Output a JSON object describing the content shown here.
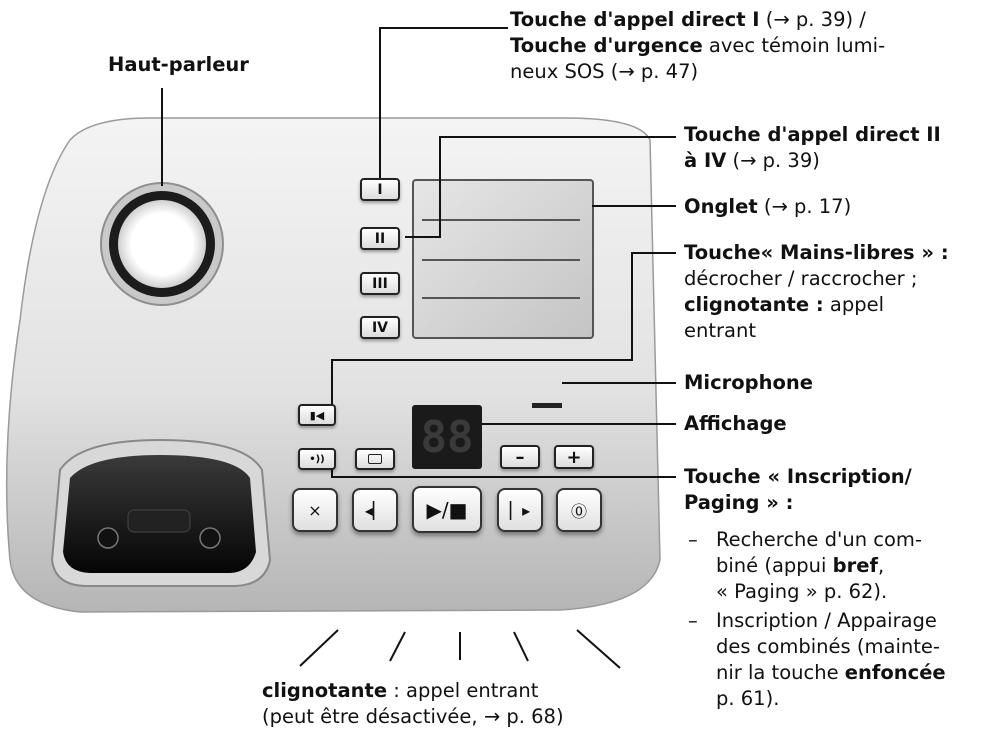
{
  "labels": {
    "speaker": "Haut-parleur",
    "direct1_a_bold": "Touche d'appel direct I",
    "direct1_a_rest": " (→ p. 39) /",
    "direct1_b_bold": "Touche d'urgence",
    "direct1_b_rest": " avec témoin lumi-",
    "direct1_c": "neux SOS (→ p. 47)",
    "direct2_a": "Touche d'appel direct II",
    "direct2_b_bold": "à IV",
    "direct2_b_rest": " (→ p. 39)",
    "tab_bold": "Onglet",
    "tab_rest": " (→ p. 17)",
    "handsfree_a": "Touche« Mains-libres » :",
    "handsfree_b": "décrocher / raccrocher ;",
    "handsfree_c_bold": "clignotante :",
    "handsfree_c_rest": " appel",
    "handsfree_d": "entrant",
    "microphone": "Microphone",
    "display": "Affichage",
    "paging_a": "Touche « Inscription/",
    "paging_b": "Paging » :",
    "bullet1_a": "Recherche d'un com-",
    "bullet1_b_pre": "biné (appui ",
    "bullet1_b_bold": "bref",
    "bullet1_b_post": ",",
    "bullet1_c": "« Paging » p. 62).",
    "bullet2_a": "Inscription / Appairage",
    "bullet2_b": "des combinés (mainte-",
    "bullet2_c_pre": "nir la touche ",
    "bullet2_c_bold": "enfoncée",
    "bullet2_d": "p. 61).",
    "blink_bold": "clignotante",
    "blink_rest": " : appel entrant",
    "blink_b": "(peut être désactivée, → p. 68)",
    "dash": "–"
  },
  "device": {
    "direct_keys": [
      "I",
      "II",
      "III",
      "IV"
    ],
    "display_digits": "88",
    "minus_key": "–",
    "plus_key": "+",
    "control_keys": [
      "×",
      "◂▏",
      "▶/■",
      "▏▸",
      "⓪"
    ]
  }
}
